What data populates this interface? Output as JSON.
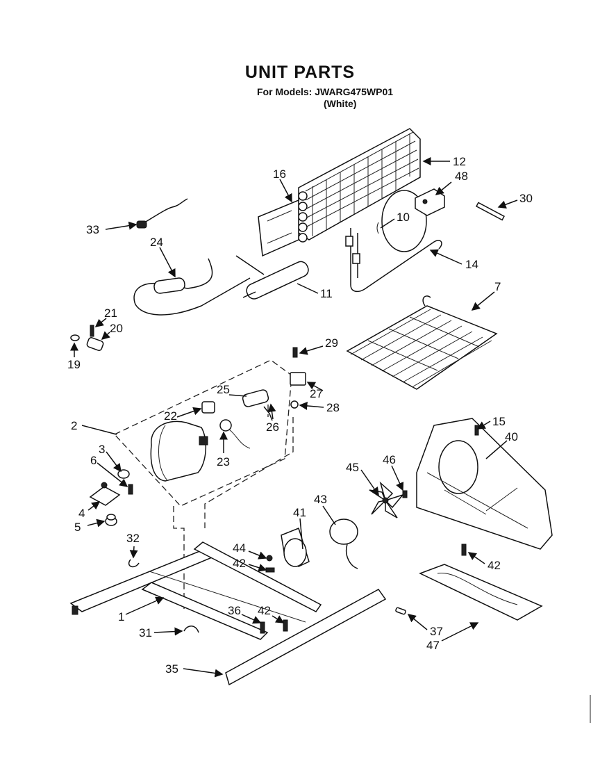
{
  "header": {
    "title": "UNIT PARTS",
    "models_line": "For Models: JWARG475WP01",
    "variant": "(White)"
  },
  "callouts": {
    "p1": "1",
    "p2": "2",
    "p3": "3",
    "p4": "4",
    "p5": "5",
    "p6": "6",
    "p7": "7",
    "p10": "10",
    "p11": "11",
    "p12": "12",
    "p14": "14",
    "p15": "15",
    "p16": "16",
    "p19": "19",
    "p20": "20",
    "p21": "21",
    "p22": "22",
    "p23": "23",
    "p24": "24",
    "p25": "25",
    "p26": "26",
    "p27": "27",
    "p28": "28",
    "p29": "29",
    "p30": "30",
    "p31": "31",
    "p32": "32",
    "p33": "33",
    "p35": "35",
    "p36": "36",
    "p37": "37",
    "p40": "40",
    "p41": "41",
    "p42": "42",
    "p43": "43",
    "p44": "44",
    "p45": "45",
    "p46": "46",
    "p47": "47",
    "p48": "48"
  }
}
